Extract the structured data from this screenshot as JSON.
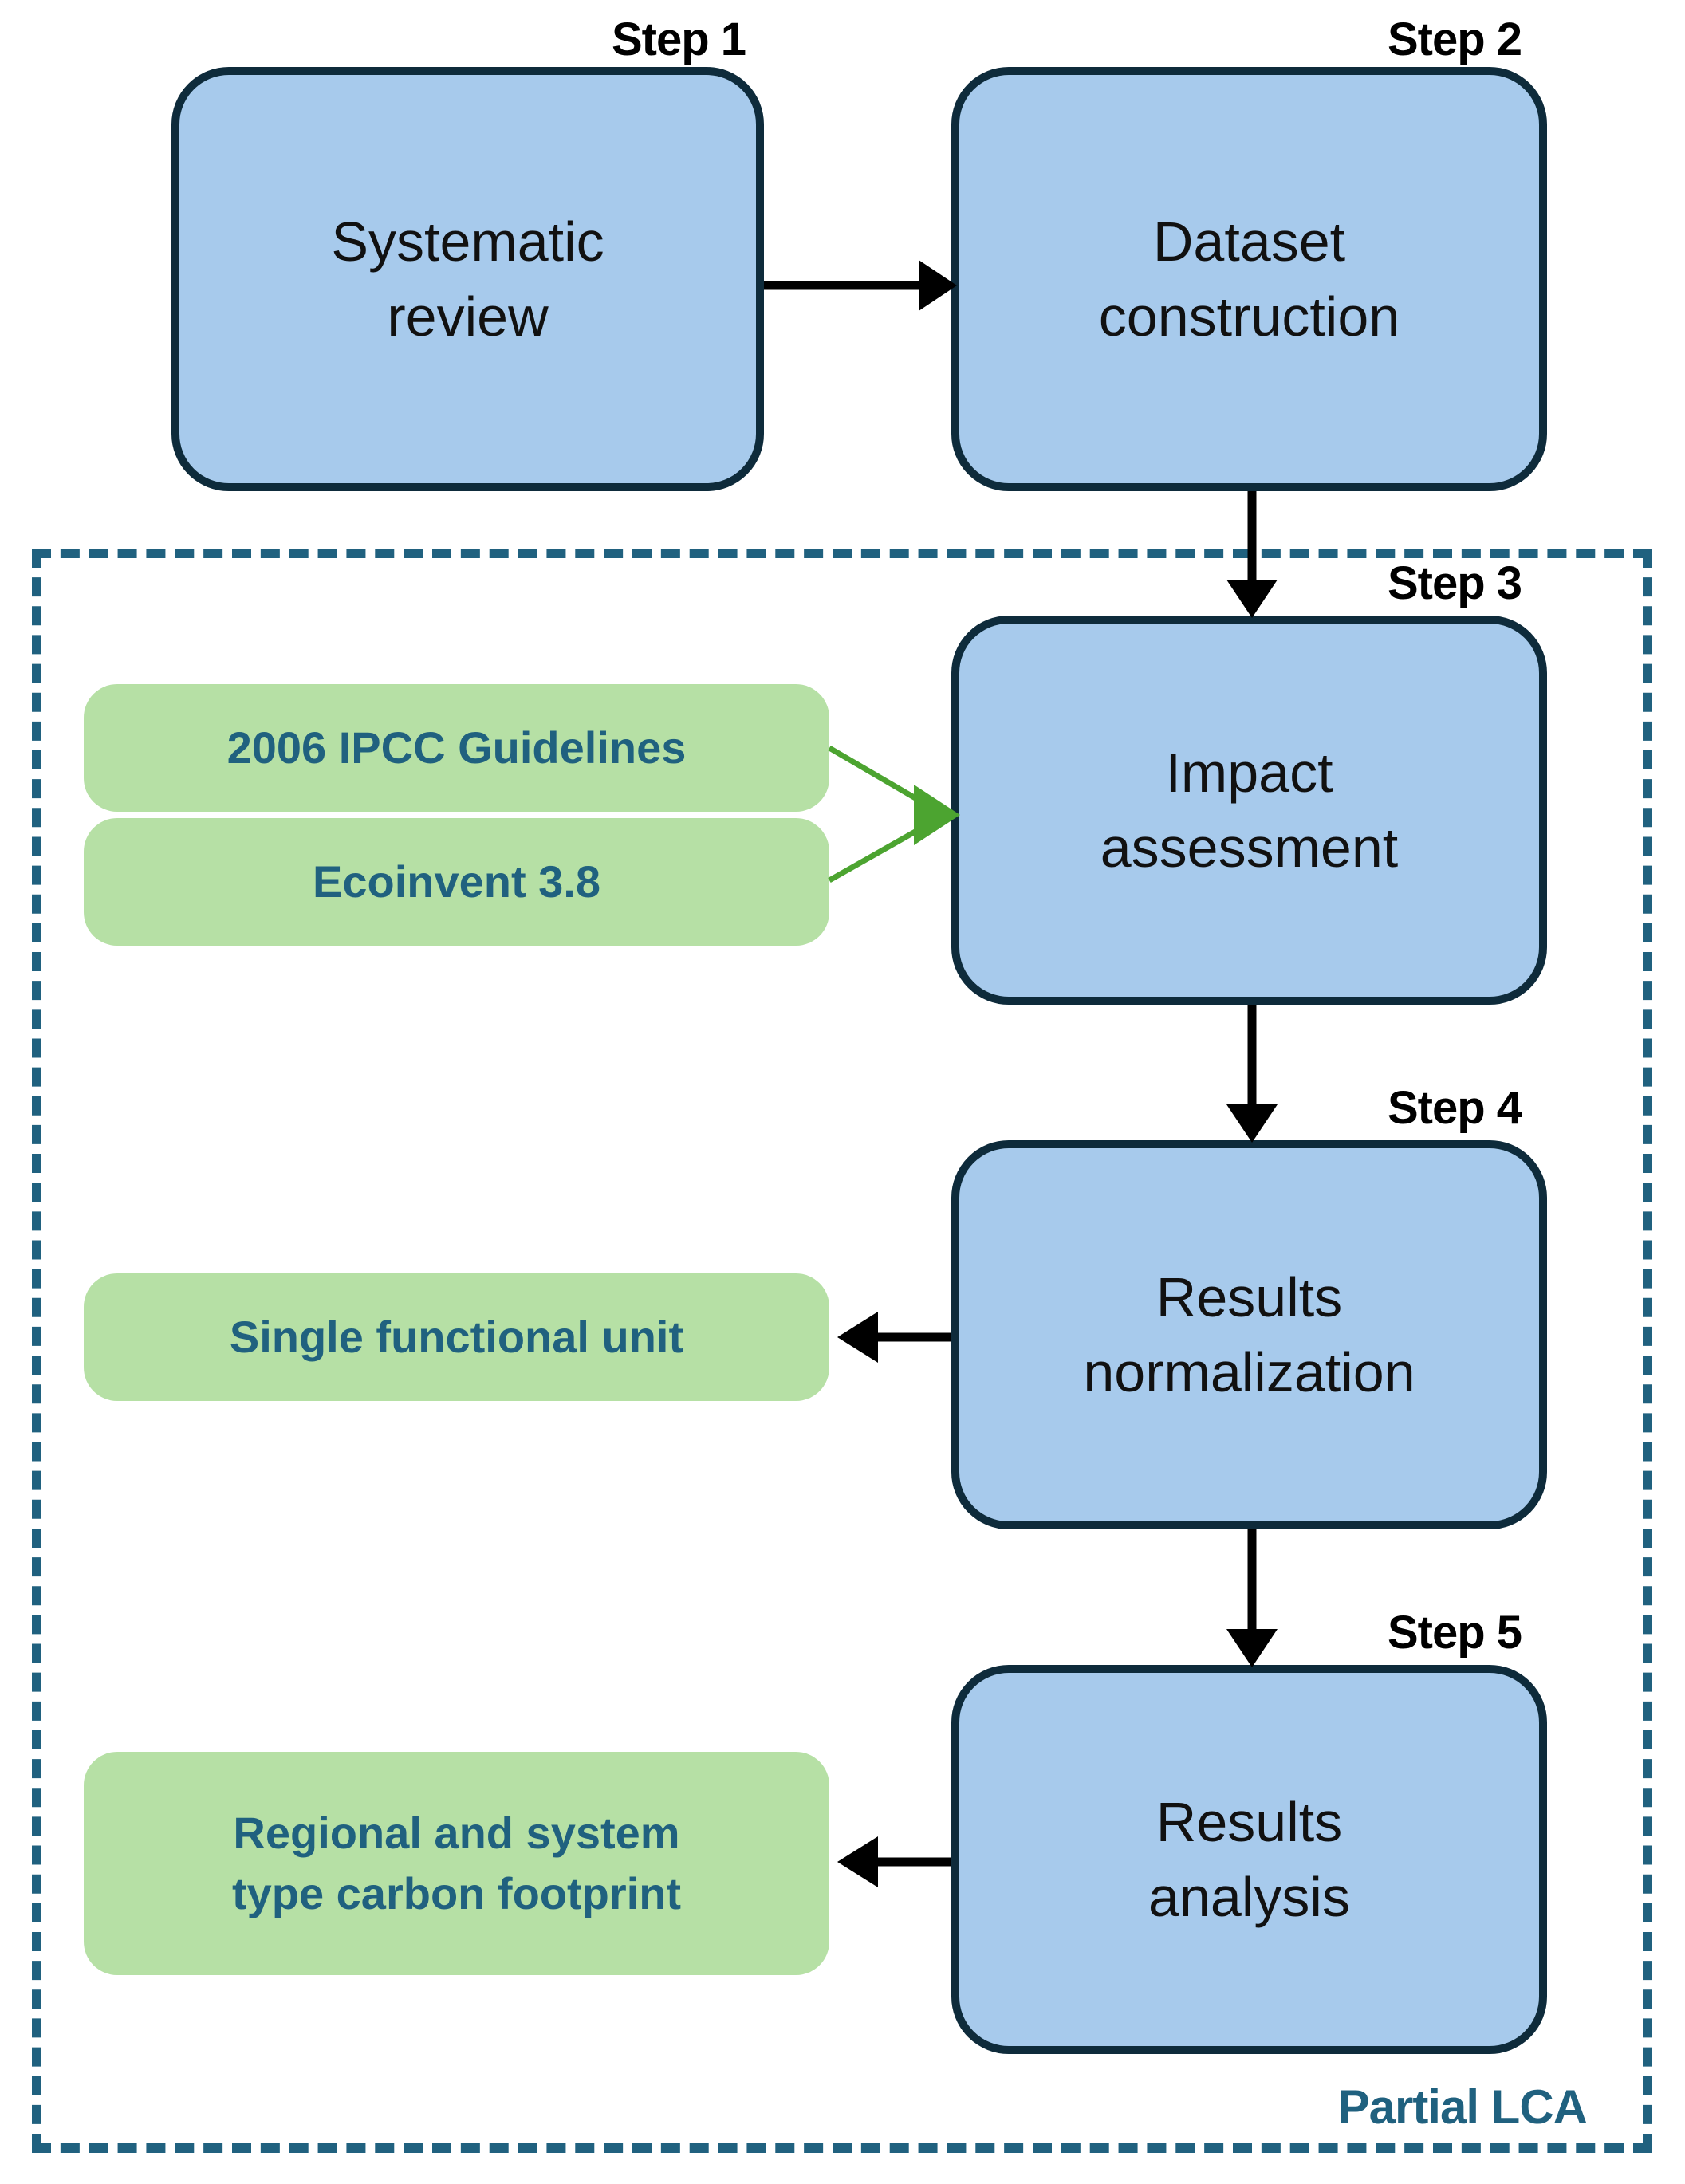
{
  "steps": [
    {
      "label": "Step 1",
      "title": "Systematic\nreview"
    },
    {
      "label": "Step 2",
      "title": "Dataset\nconstruction"
    },
    {
      "label": "Step 3",
      "title": "Impact\nassessment"
    },
    {
      "label": "Step 4",
      "title": "Results\nnormalization"
    },
    {
      "label": "Step 5",
      "title": "Results\nanalysis"
    }
  ],
  "data_sources": [
    {
      "label": "2006 IPCC Guidelines"
    },
    {
      "label": "Ecoinvent 3.8"
    }
  ],
  "outputs": [
    {
      "label": "Single functional unit"
    },
    {
      "label": "Regional and system\ntype carbon footprint"
    }
  ],
  "frame": {
    "label": "Partial LCA"
  },
  "colors": {
    "process_fill": "#A7CAEC",
    "process_border": "#0E2B3B",
    "accent_green_fill": "#B6E0A5",
    "accent_text": "#20617F",
    "frame_dash": "#20617F",
    "arrow_black": "#000000",
    "arrow_green": "#4CA430",
    "process_text": "#111111",
    "step_label_color": "#000000"
  }
}
